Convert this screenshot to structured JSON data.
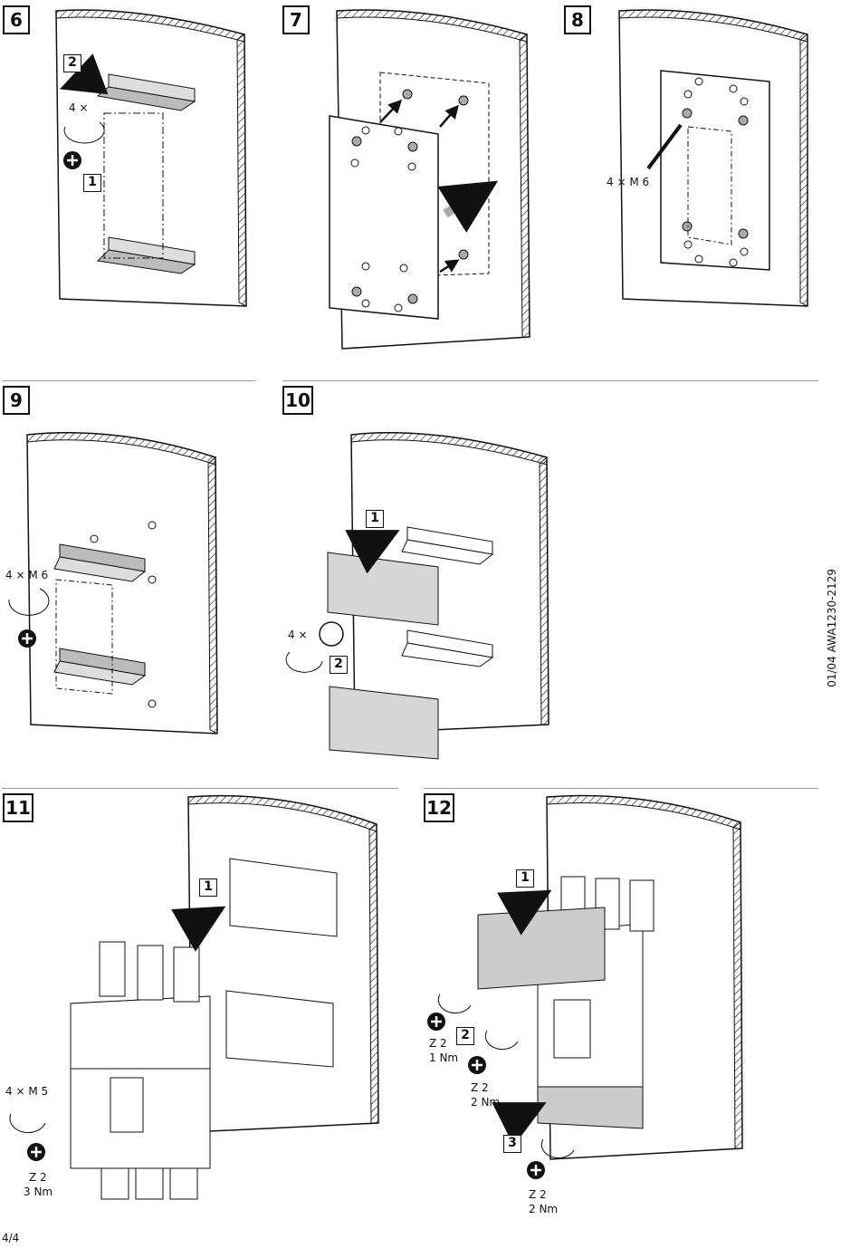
{
  "steps": [
    "6",
    "7",
    "8",
    "9",
    "10",
    "11",
    "12"
  ],
  "sub": {
    "one": "1",
    "two": "2",
    "three": "3"
  },
  "labels": {
    "four_x": "4 ×",
    "four_m6": "4 × M 6",
    "four_m5": "4 × M 5",
    "z2": "Z 2",
    "nm1": "1 Nm",
    "nm2": "2 Nm",
    "nm3": "3 Nm"
  },
  "doc_code": "01/04 AWA1230-2129",
  "page_number": "4/4",
  "icons": [
    "screwdriver-icon",
    "rotation-icon",
    "arrow-icon",
    "drill-icon"
  ]
}
